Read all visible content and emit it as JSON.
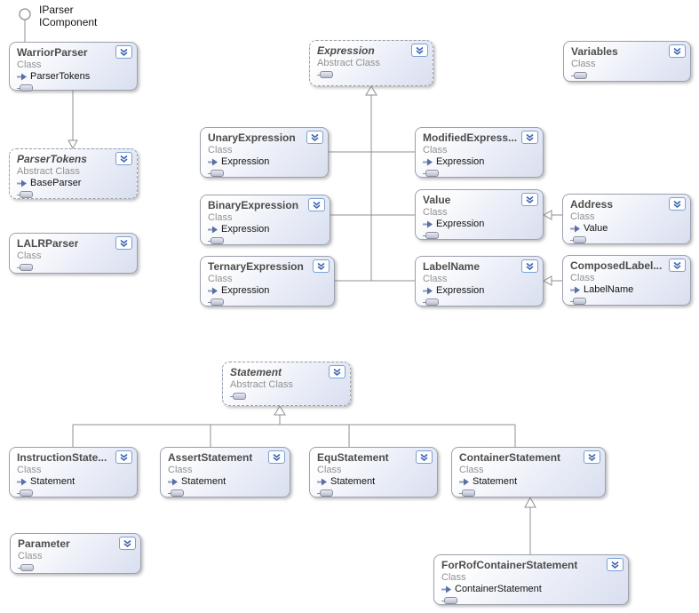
{
  "diagram": {
    "interface_lollipop": {
      "labels": [
        "IParser",
        "IComponent"
      ]
    },
    "classes": [
      {
        "name": "WarriorParser",
        "stereotype": "Class",
        "base": "ParserTokens"
      },
      {
        "name": "ParserTokens",
        "stereotype": "Abstract Class",
        "base": "BaseParser"
      },
      {
        "name": "LALRParser",
        "stereotype": "Class"
      },
      {
        "name": "Expression",
        "stereotype": "Abstract Class"
      },
      {
        "name": "UnaryExpression",
        "stereotype": "Class",
        "base": "Expression"
      },
      {
        "name": "BinaryExpression",
        "stereotype": "Class",
        "base": "Expression"
      },
      {
        "name": "TernaryExpression",
        "stereotype": "Class",
        "base": "Expression"
      },
      {
        "name": "ModifiedExpress...",
        "stereotype": "Class",
        "base": "Expression"
      },
      {
        "name": "Value",
        "stereotype": "Class",
        "base": "Expression"
      },
      {
        "name": "LabelName",
        "stereotype": "Class",
        "base": "Expression"
      },
      {
        "name": "Address",
        "stereotype": "Class",
        "base": "Value"
      },
      {
        "name": "ComposedLabel...",
        "stereotype": "Class",
        "base": "LabelName"
      },
      {
        "name": "Variables",
        "stereotype": "Class"
      },
      {
        "name": "Statement",
        "stereotype": "Abstract Class"
      },
      {
        "name": "InstructionState...",
        "stereotype": "Class",
        "base": "Statement"
      },
      {
        "name": "AssertStatement",
        "stereotype": "Class",
        "base": "Statement"
      },
      {
        "name": "EquStatement",
        "stereotype": "Class",
        "base": "Statement"
      },
      {
        "name": "ContainerStatement",
        "stereotype": "Class",
        "base": "Statement"
      },
      {
        "name": "Parameter",
        "stereotype": "Class"
      },
      {
        "name": "ForRofContainerStatement",
        "stereotype": "Class",
        "base": "ContainerStatement"
      }
    ],
    "icons": {
      "collapse": "chevron-double-down",
      "compartment": "collapsed-compartment-pill",
      "inherits": "arrow-right"
    },
    "colors": {
      "box_border": "#9ba1ad",
      "box_fill_bottom": "#d9dff0",
      "connector_line": "#8e908e",
      "chevron_blue": "#3b63b5",
      "title_text": "#4c4c4c",
      "stereotype_text": "#919191"
    }
  }
}
